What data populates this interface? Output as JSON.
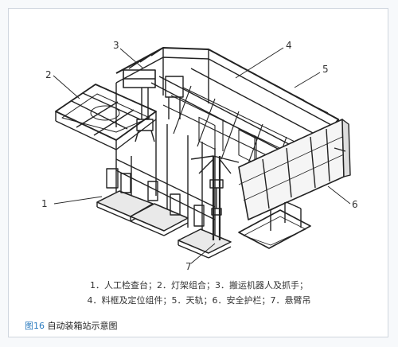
{
  "callouts": [
    "1",
    "2",
    "3",
    "4",
    "5",
    "6",
    "7"
  ],
  "legend": {
    "line1": "1．人工检查台；2．灯架组合；3．搬运机器人及抓手；",
    "line2": "4．料框及定位组件；5．天轨；6．安全护栏；7．悬臂吊"
  },
  "caption": {
    "number": "图16",
    "text": "自动装箱站示意图"
  }
}
